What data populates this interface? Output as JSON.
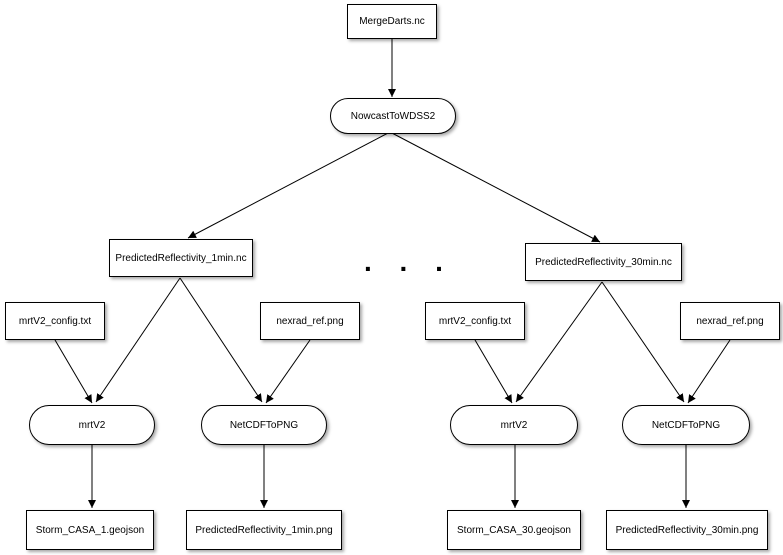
{
  "diagram": {
    "root": {
      "file": "MergeDarts.nc",
      "job": "NowcastToWDSS2"
    },
    "ellipsis": ". . .",
    "branches": [
      {
        "predicted": "PredictedReflectivity_1min.nc",
        "config": "mrtV2_config.txt",
        "ref": "nexrad_ref.png",
        "mrt_job": "mrtV2",
        "png_job": "NetCDFToPNG",
        "geojson_out": "Storm_CASA_1.geojson",
        "png_out": "PredictedReflectivity_1min.png"
      },
      {
        "predicted": "PredictedReflectivity_30min.nc",
        "config": "mrtV2_config.txt",
        "ref": "nexrad_ref.png",
        "mrt_job": "mrtV2",
        "png_job": "NetCDFToPNG",
        "geojson_out": "Storm_CASA_30.geojson",
        "png_out": "PredictedReflectivity_30min.png"
      }
    ],
    "colors": {
      "stroke": "#000000",
      "fill": "#ffffff"
    }
  }
}
